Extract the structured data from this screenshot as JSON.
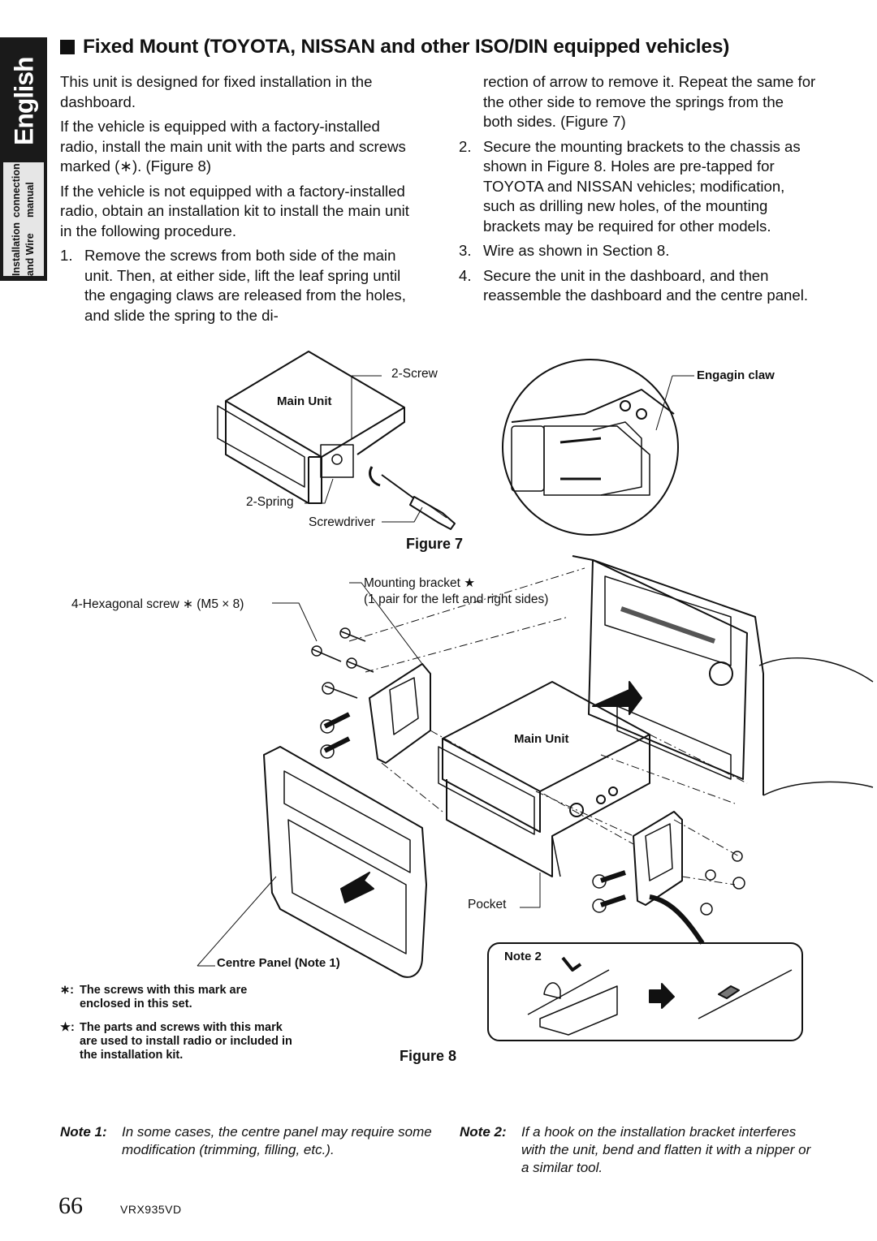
{
  "sidebar": {
    "language": "English",
    "section_line1": "Installation and Wire",
    "section_line2": "connection manual"
  },
  "heading": "Fixed Mount (TOYOTA, NISSAN and other ISO/DIN equipped vehicles)",
  "left_column": {
    "p1": "This unit is designed for fixed installation in the dashboard.",
    "p2": "If the vehicle is equipped with a factory-installed radio, install the main unit with the parts and screws marked (∗). (Figure 8)",
    "p3": "If the vehicle is not equipped with a factory-installed radio, obtain an installation kit to install the main unit in the following procedure.",
    "step1_num": "1.",
    "step1": "Remove the screws from both side of the main unit. Then, at either side, lift the leaf spring until the engaging claws are released from the holes, and slide the spring to the di-"
  },
  "right_column": {
    "cont": "rection of arrow to remove it. Repeat the same for the other side to remove the springs from the both sides. (Figure 7)",
    "step2_num": "2.",
    "step2": "Secure the mounting brackets to the chassis as shown in Figure 8. Holes are pre-tapped for TOYOTA and NISSAN vehicles; modification, such as drilling new holes, of the mounting brackets may be required for other models.",
    "step3_num": "3.",
    "step3": "Wire as shown in Section 8.",
    "step4_num": "4.",
    "step4": "Secure the unit in the dashboard, and then reassemble the dashboard and the centre panel."
  },
  "figure7": {
    "screw": "2-Screw",
    "main_unit": "Main Unit",
    "spring": "2-Spring",
    "screwdriver": "Screwdriver",
    "engaging_claw": "Engagin claw",
    "caption": "Figure 7"
  },
  "figure8": {
    "hex_screw": "4-Hexagonal screw ∗ (M5 × 8)",
    "mounting_bracket": "Mounting bracket ★",
    "mounting_bracket_sub": "(1 pair for the left and right sides)",
    "main_unit": "Main Unit",
    "pocket": "Pocket",
    "centre_panel": "Centre Panel (Note 1)",
    "note2_label": "Note 2",
    "caption": "Figure 8"
  },
  "legend": {
    "asterisk_mark": "∗:",
    "asterisk_text_1": "The screws with this mark are",
    "asterisk_text_2": "enclosed in this set.",
    "star_mark": "★:",
    "star_text_1": "The parts and screws with this mark",
    "star_text_2": "are used to install radio or included in",
    "star_text_3": "the installation kit."
  },
  "notes": {
    "note1_label": "Note 1:",
    "note1_text": "In some cases, the centre panel may require some modification (trimming, filling, etc.).",
    "note2_label": "Note 2:",
    "note2_text": "If a hook on the installation bracket interferes with the unit, bend and flatten it with a nipper or a similar tool."
  },
  "footer": {
    "page_number": "66",
    "model": "VRX935VD"
  }
}
